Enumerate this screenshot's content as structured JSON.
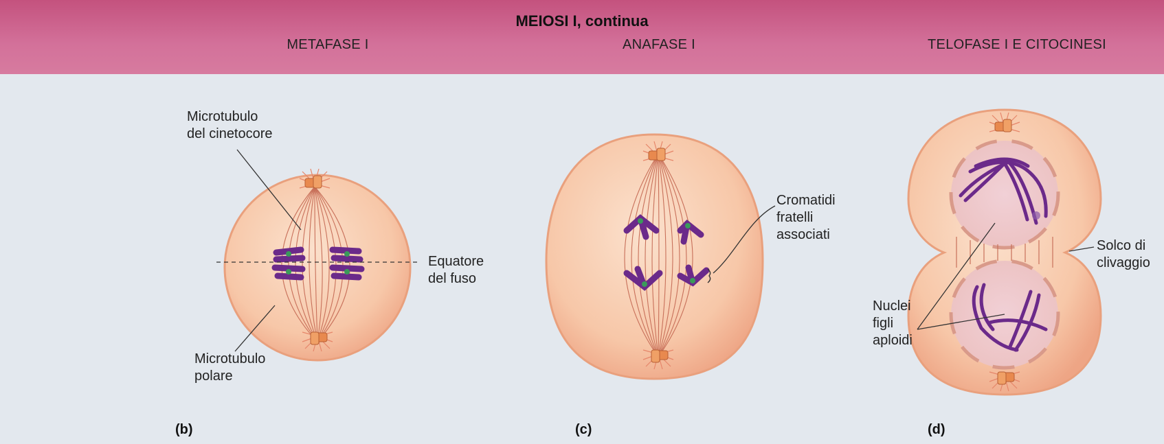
{
  "header": {
    "title": "MEIOSI I, continua",
    "stages": [
      {
        "name": "METAFASE I"
      },
      {
        "name": "ANAFASE I"
      },
      {
        "name": "TELOFASE I E CITOCINESI"
      }
    ]
  },
  "panels": {
    "b": {
      "letter": "(b)",
      "labels": {
        "kinetochore_mt_1": "Microtubulo",
        "kinetochore_mt_2": "del cinetocore",
        "equator_1": "Equatore",
        "equator_2": "del fuso",
        "polar_mt_1": "Microtubulo",
        "polar_mt_2": "polare"
      }
    },
    "c": {
      "letter": "(c)",
      "labels": {
        "chromatids_1": "Cromatidi",
        "chromatids_2": "fratelli",
        "chromatids_3": "associati"
      }
    },
    "d": {
      "letter": "(d)",
      "labels": {
        "nuclei_1": "Nuclei",
        "nuclei_2": "figli",
        "nuclei_3": "aploidi",
        "furrow_1": "Solco di",
        "furrow_2": "clivaggio"
      }
    }
  },
  "colors": {
    "header": "#d06b94",
    "background": "#e3e8ee",
    "cell_fill": "#f6c3a3",
    "cell_stroke": "#e9a07d",
    "chromosome": "#6b2a8a",
    "kinetochore": "#3a9a5a",
    "centrosome": "#e0844f"
  }
}
